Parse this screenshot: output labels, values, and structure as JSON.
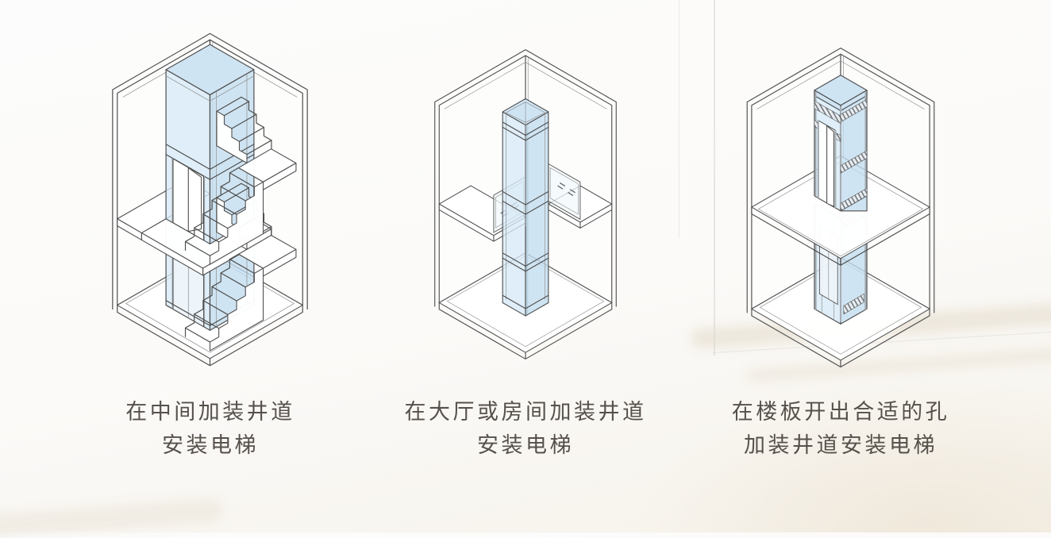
{
  "background": {
    "wall_seam_color": "#b9b6b2",
    "floor_tint_color": "#e2d6c5",
    "base_top_color": "#fcfcfc",
    "base_bottom_color": "#f6f2ea"
  },
  "palette": {
    "outline": "#4e4e4e",
    "glass_left_face": "#d6e9f6",
    "glass_right_face": "#c2ddee",
    "glass_top_face": "#cfe4f3",
    "frame_gray": "#a6adb3",
    "floor_white": "#fdfdfc",
    "caption_text": "#56504b"
  },
  "figures": [
    {
      "name": "shaft-between-stairs",
      "caption_line1": "在中间加装井道",
      "caption_line2": "安装电梯"
    },
    {
      "name": "shaft-in-hall-or-room",
      "caption_line1": "在大厅或房间加装井道",
      "caption_line2": "安装电梯"
    },
    {
      "name": "shaft-through-floor-hole",
      "caption_line1": "在楼板开出合适的孔",
      "caption_line2": "加装井道安装电梯"
    }
  ]
}
